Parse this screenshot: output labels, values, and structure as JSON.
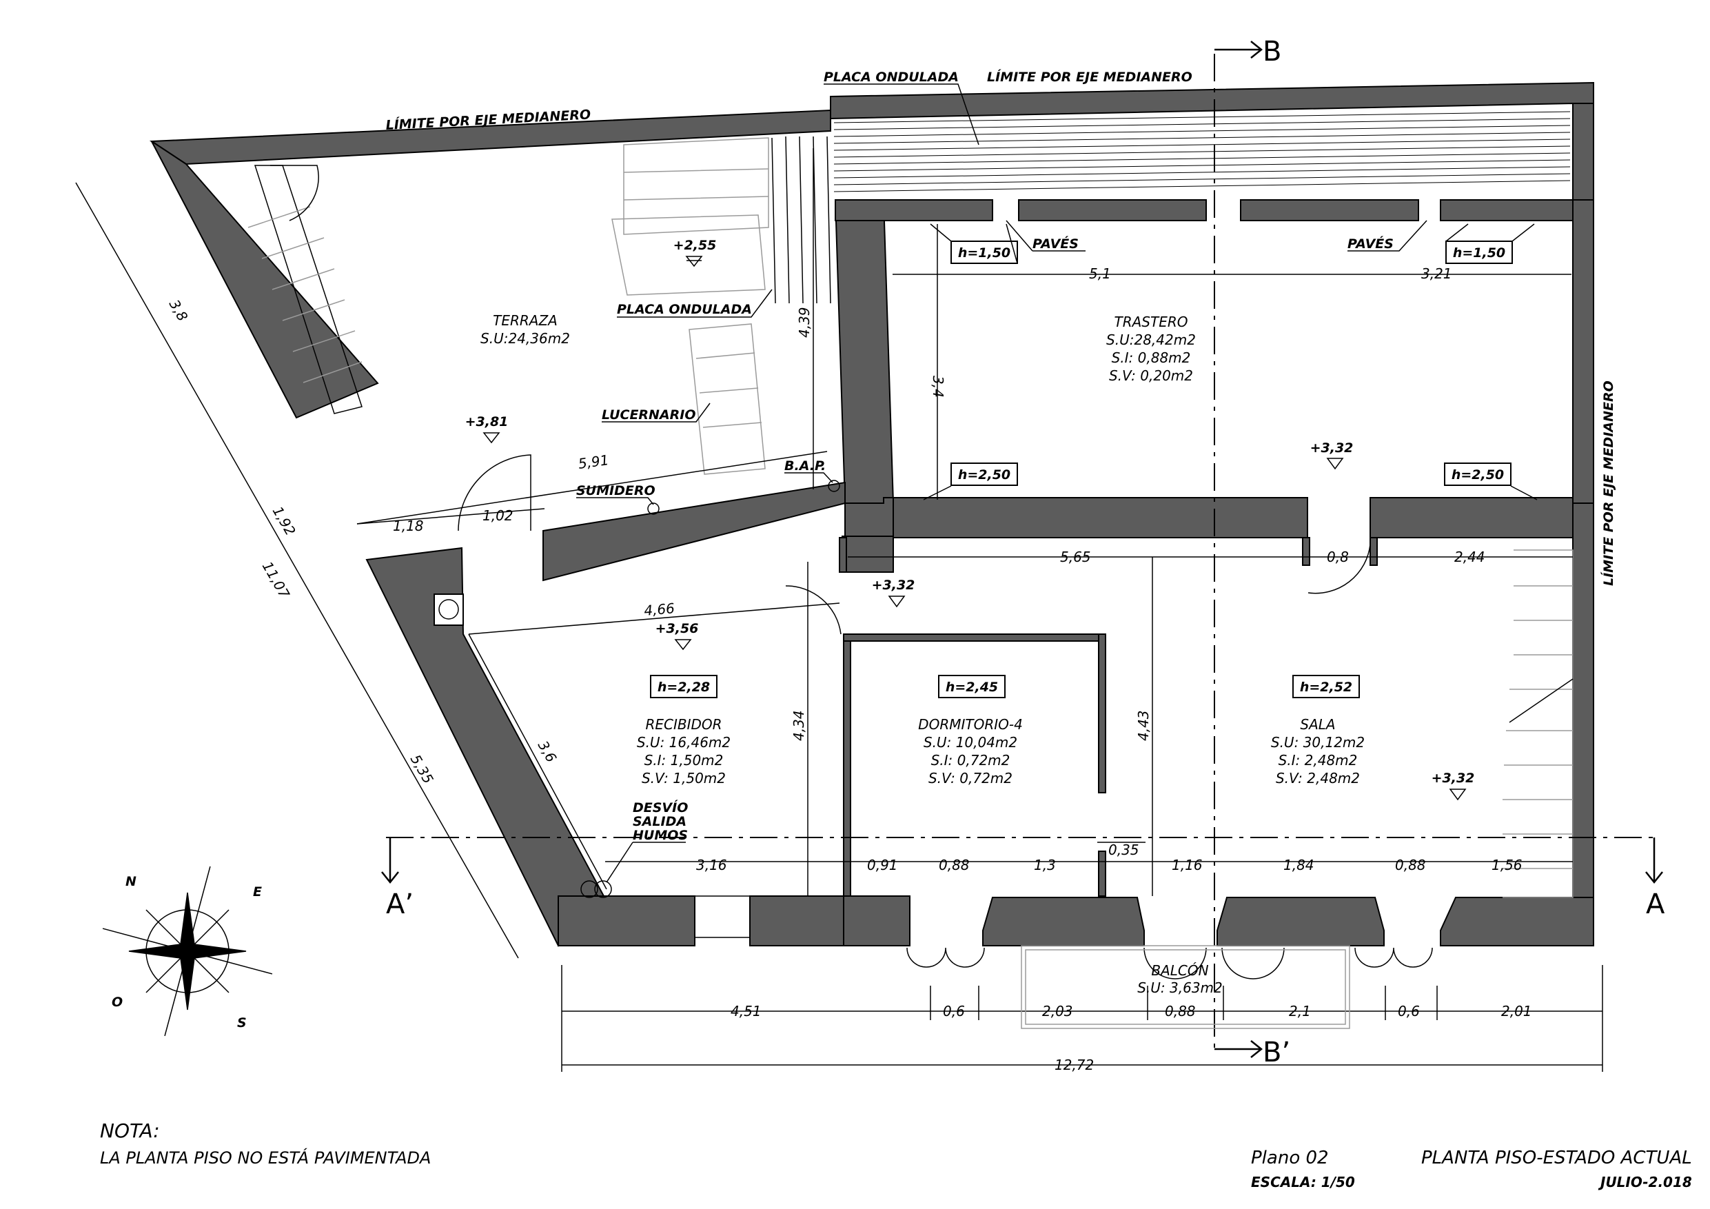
{
  "limits": {
    "left": "LÍMITE POR EJE MEDIANERO",
    "top": "LÍMITE POR EJE MEDIANERO",
    "right": "LÍMITE POR EJE MEDIANERO"
  },
  "labels": {
    "placa_top": "PLACA ONDULADA",
    "placa_mid": "PLACA ONDULADA",
    "paves_1": "PAVÉS",
    "paves_2": "PAVÉS",
    "lucernario": "LUCERNARIO",
    "sumidero": "SUMIDERO",
    "bap": "B.A.P.",
    "desvio_1": "DESVÍO",
    "desvio_2": "SALIDA",
    "desvio_3": "HUMOS"
  },
  "sections": {
    "b": "B",
    "b2": "B’",
    "a": "A",
    "a2": "A’"
  },
  "rooms": {
    "terraza": {
      "name": "TERRAZA",
      "su": "S.U:24,36m2"
    },
    "trastero": {
      "name": "TRASTERO",
      "su": "S.U:28,42m2",
      "si": "S.I:  0,88m2",
      "sv": "S.V:  0,20m2"
    },
    "recibidor": {
      "name": "RECIBIDOR",
      "su": "S.U: 16,46m2",
      "si": "S.I:   1,50m2",
      "sv": "S.V:   1,50m2"
    },
    "dormitorio": {
      "name": "DORMITORIO-4",
      "su": "S.U: 10,04m2",
      "si": "S.I:  0,72m2",
      "sv": "S.V:  0,72m2"
    },
    "sala": {
      "name": "SALA",
      "su": "S.U: 30,12m2",
      "si": "S.I:   2,48m2",
      "sv": "S.V:   2,48m2"
    },
    "balcon": {
      "name": "BALCÓN",
      "su": "S.U:  3,63m2"
    }
  },
  "heights": {
    "h1": "h=1,50",
    "h2": "h=1,50",
    "h3": "h=2,50",
    "h4": "h=2,50",
    "h5": "h=2,28",
    "h6": "h=2,45",
    "h7": "h=2,52"
  },
  "levels": {
    "l1": "+2,55",
    "l2": "+3,81",
    "l3": "+3,32",
    "l4": "+3,32",
    "l5": "+3,56",
    "l6": "+3,32"
  },
  "dims": {
    "d_3_8": "3,8",
    "d_1_92": "1,92",
    "d_11_07": "11,07",
    "d_5_35": "5,35",
    "d_5_1": "5,1",
    "d_3_21": "3,21",
    "d_3_4": "3,4",
    "d_4_39": "4,39",
    "d_5_91": "5,91",
    "d_1_18": "1,18",
    "d_1_02": "1,02",
    "d_5_65": "5,65",
    "d_0_8": "0,8",
    "d_2_44": "2,44",
    "d_4_66": "4,66",
    "d_3_6": "3,6",
    "d_4_34": "4,34",
    "d_4_43": "4,43",
    "d_0_35": "0,35",
    "d_3_16": "3,16",
    "d_0_91": "0,91",
    "d_0_88a": "0,88",
    "d_1_3": "1,3",
    "d_1_16": "1,16",
    "d_1_84": "1,84",
    "d_0_88b": "0,88",
    "d_1_56": "1,56",
    "d_4_51": "4,51",
    "d_0_6a": "0,6",
    "d_2_03": "2,03",
    "d_0_88c": "0,88",
    "d_2_1": "2,1",
    "d_0_6b": "0,6",
    "d_2_01": "2,01",
    "d_12_72": "12,72"
  },
  "compass": {
    "n": "N",
    "e": "E",
    "s": "S",
    "o": "O"
  },
  "note": {
    "title": "NOTA:",
    "text": "LA PLANTA PISO NO ESTÁ PAVIMENTADA"
  },
  "titleblock": {
    "plano": "Plano 02",
    "escala": "ESCALA:  1/50",
    "title": "PLANTA PISO-ESTADO ACTUAL",
    "date": "JULIO-2.018"
  }
}
